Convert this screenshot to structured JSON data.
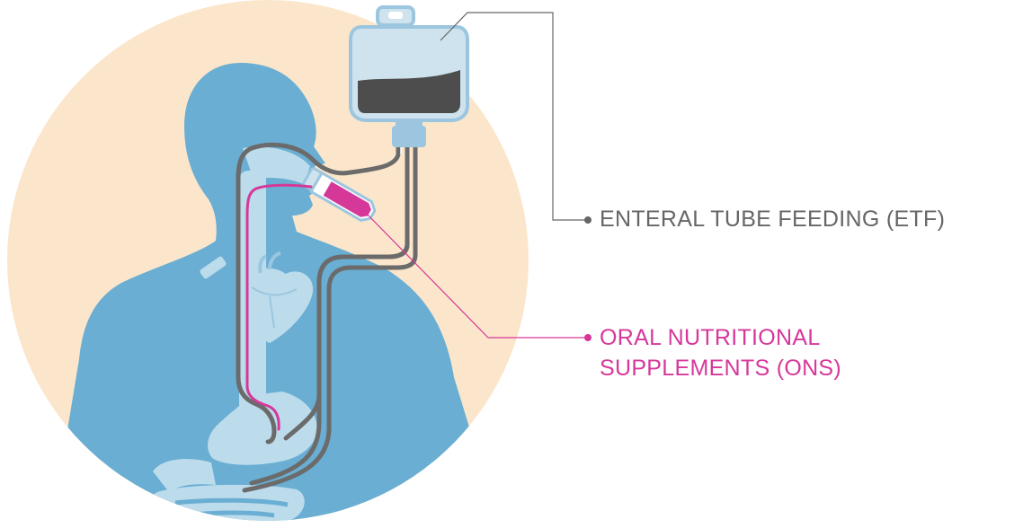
{
  "colors": {
    "background_circle": "#fbe6cb",
    "body": "#6aaed3",
    "organs": "#bcdcec",
    "tube": "#6b6b6b",
    "ons_line": "#d6389a",
    "etf_line": "#666666",
    "bag_fill": "#cfe3ef",
    "bag_formula": "#4d4d4d",
    "ons_liquid": "#d6389a"
  },
  "icons": [
    "human-body-silhouette",
    "feeding-bag-icon",
    "supplement-bottle-icon",
    "heart-icon",
    "stomach-icon",
    "intestine-icon"
  ],
  "labels": {
    "etf": "ENTERAL TUBE FEEDING (ETF)",
    "ons_line1": "ORAL NUTRITIONAL",
    "ons_line2": "SUPPLEMENTS (ONS)"
  }
}
